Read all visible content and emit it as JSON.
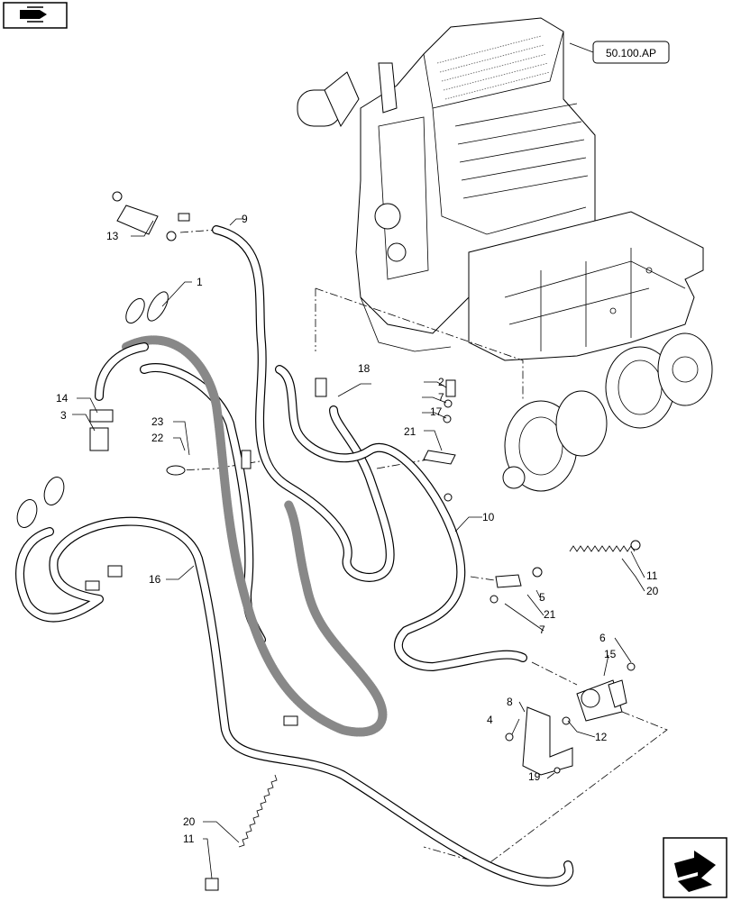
{
  "reference": {
    "label": "50.100.AP"
  },
  "callouts": [
    {
      "id": "c1",
      "text": "1"
    },
    {
      "id": "c2",
      "text": "2"
    },
    {
      "id": "c3",
      "text": "3"
    },
    {
      "id": "c4",
      "text": "4"
    },
    {
      "id": "c5",
      "text": "5"
    },
    {
      "id": "c6",
      "text": "6"
    },
    {
      "id": "c7a",
      "text": "7"
    },
    {
      "id": "c7b",
      "text": "7"
    },
    {
      "id": "c8",
      "text": "8"
    },
    {
      "id": "c9",
      "text": "9"
    },
    {
      "id": "c10",
      "text": "10"
    },
    {
      "id": "c11a",
      "text": "11"
    },
    {
      "id": "c11b",
      "text": "11"
    },
    {
      "id": "c12",
      "text": "12"
    },
    {
      "id": "c13",
      "text": "13"
    },
    {
      "id": "c14",
      "text": "14"
    },
    {
      "id": "c15",
      "text": "15"
    },
    {
      "id": "c16",
      "text": "16"
    },
    {
      "id": "c17",
      "text": "17"
    },
    {
      "id": "c18",
      "text": "18"
    },
    {
      "id": "c19",
      "text": "19"
    },
    {
      "id": "c20a",
      "text": "20"
    },
    {
      "id": "c20b",
      "text": "20"
    },
    {
      "id": "c21a",
      "text": "21"
    },
    {
      "id": "c21b",
      "text": "21"
    },
    {
      "id": "c22",
      "text": "22"
    },
    {
      "id": "c23",
      "text": "23"
    }
  ],
  "icons": {
    "top_left": "book-with-arrow-icon",
    "bottom_right": "next-page-arrow-icon"
  }
}
